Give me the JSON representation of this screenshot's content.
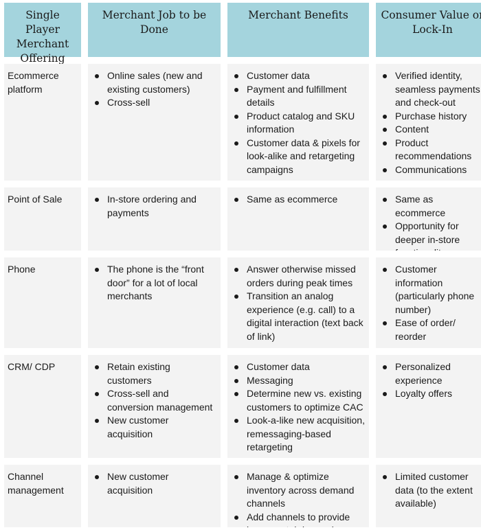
{
  "headers": [
    "Single Player Merchant Offering",
    "Merchant Job to be Done",
    "Merchant Benefits",
    "Consumer Value or Lock-In"
  ],
  "rows": [
    {
      "offering": "Ecommerce platform",
      "jobs": [
        "Online sales (new and existing customers)",
        "Cross-sell"
      ],
      "benefits": [
        "Customer data",
        "Payment and fulfillment details",
        "Product catalog and SKU information",
        "Customer data & pixels for look-alike and retargeting campaigns"
      ],
      "consumer": [
        "Verified identity, seamless payments and check-out",
        "Purchase history",
        "Content",
        "Product recommendations",
        "Communications"
      ]
    },
    {
      "offering": "Point of Sale",
      "jobs": [
        "In-store ordering and payments"
      ],
      "benefits": [
        "Same as ecommerce"
      ],
      "consumer": [
        "Same as ecommerce",
        "Opportunity for deeper in-store functionality"
      ]
    },
    {
      "offering": "Phone",
      "jobs": [
        "The phone is the “front door” for a lot of local merchants"
      ],
      "benefits": [
        "Answer otherwise missed orders during peak times",
        "Transition an analog experience (e.g. call) to a digital interaction (text back of link)"
      ],
      "consumer": [
        "Customer information (particularly phone number)",
        "Ease of order/ reorder"
      ]
    },
    {
      "offering": "CRM/ CDP",
      "jobs": [
        "Retain existing customers",
        "Cross-sell and conversion management",
        "New customer acquisition"
      ],
      "benefits": [
        "Customer data",
        "Messaging",
        "Determine new vs. existing customers to optimize CAC",
        "Look-a-like new acquisition, remessaging-based retargeting"
      ],
      "consumer": [
        "Personalized experience",
        "Loyalty offers"
      ]
    },
    {
      "offering": "Channel management",
      "jobs": [
        "New customer acquisition"
      ],
      "benefits": [
        "Manage & optimize inventory across demand channels",
        "Add channels to provide incremental demand"
      ],
      "consumer": [
        "Limited customer data (to the extent available)"
      ]
    }
  ]
}
